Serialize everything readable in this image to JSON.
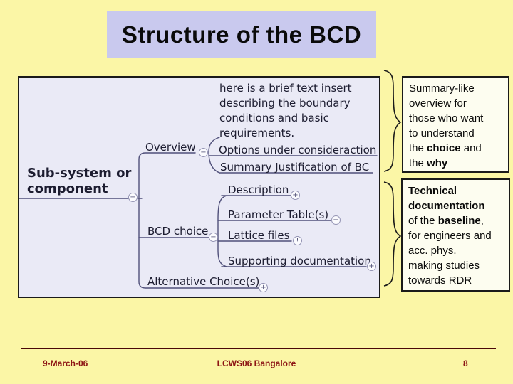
{
  "title": "Structure of the BCD",
  "mindmap": {
    "root": "Sub-system or\ncomponent",
    "overview": "Overview",
    "insert_note": "here is a brief text insert\ndescribing the boundary\nconditions and basic\nrequirements.",
    "options": "Options under consideraction",
    "summary_justification": "Summary Justification of BC",
    "bcd_choice": "BCD choice",
    "description": "Description",
    "parameter_tables": "Parameter Table(s)",
    "lattice_files": "Lattice files",
    "supporting_documentation": "Supporting documentation",
    "alternative": "Alternative Choice(s)",
    "toggle_minus": "−",
    "toggle_plus": "+",
    "toggle_alert": "!"
  },
  "callouts": {
    "summary_box": {
      "segments": [
        {
          "t": "Summary-like\noverview for\nthose who want\nto understand\nthe "
        },
        {
          "t": "choice",
          "b": true
        },
        {
          "t": " and\nthe "
        },
        {
          "t": "why",
          "b": true
        }
      ]
    },
    "technical_box": {
      "segments": [
        {
          "t": "Technical\ndocumentation",
          "b": true
        },
        {
          "t": "\nof the "
        },
        {
          "t": "baseline",
          "b": true
        },
        {
          "t": ",\nfor engineers and\nacc. phys.\nmaking studies\ntowards RDR"
        }
      ]
    }
  },
  "footer": {
    "date": "9-March-06",
    "venue": "LCWS06 Bangalore",
    "page": "8"
  },
  "colors": {
    "slide_bg": "#FBF6A6",
    "title_bg": "#C9C9EE",
    "diagram_bg": "#EAEAF6",
    "callout_bg": "#FDFDF0",
    "map_line": "#50507A",
    "map_text": "#1C1C30",
    "footer_text": "#8C1414",
    "footer_line": "#4A0808"
  }
}
